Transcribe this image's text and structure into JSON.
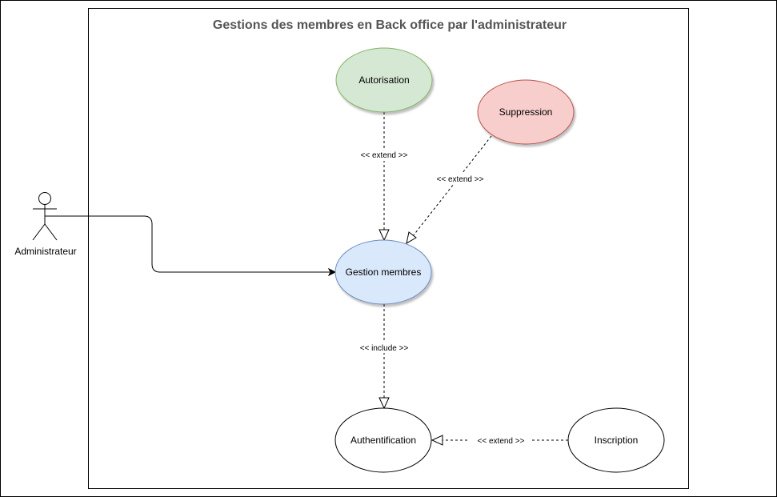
{
  "system": {
    "title": "Gestions des membres en Back office par l'administrateur"
  },
  "actor": {
    "label": "Administrateur"
  },
  "use_cases": {
    "autorisation": {
      "label": "Autorisation",
      "fill": "#d5e8d4",
      "stroke": "#82b366"
    },
    "suppression": {
      "label": "Suppression",
      "fill": "#f8cecc",
      "stroke": "#b85450"
    },
    "gestion": {
      "label": "Gestion membres",
      "fill": "#dae8fc",
      "stroke": "#6c8ebf"
    },
    "authentification": {
      "label": "Authentification",
      "fill": "#ffffff",
      "stroke": "#000000"
    },
    "inscription": {
      "label": "Inscription",
      "fill": "#ffffff",
      "stroke": "#000000"
    }
  },
  "relations": {
    "autorisation_extend": "<< extend >>",
    "suppression_extend": "<< extend >>",
    "gestion_include": "<< include >>",
    "inscription_extend": "<< extend >>"
  }
}
